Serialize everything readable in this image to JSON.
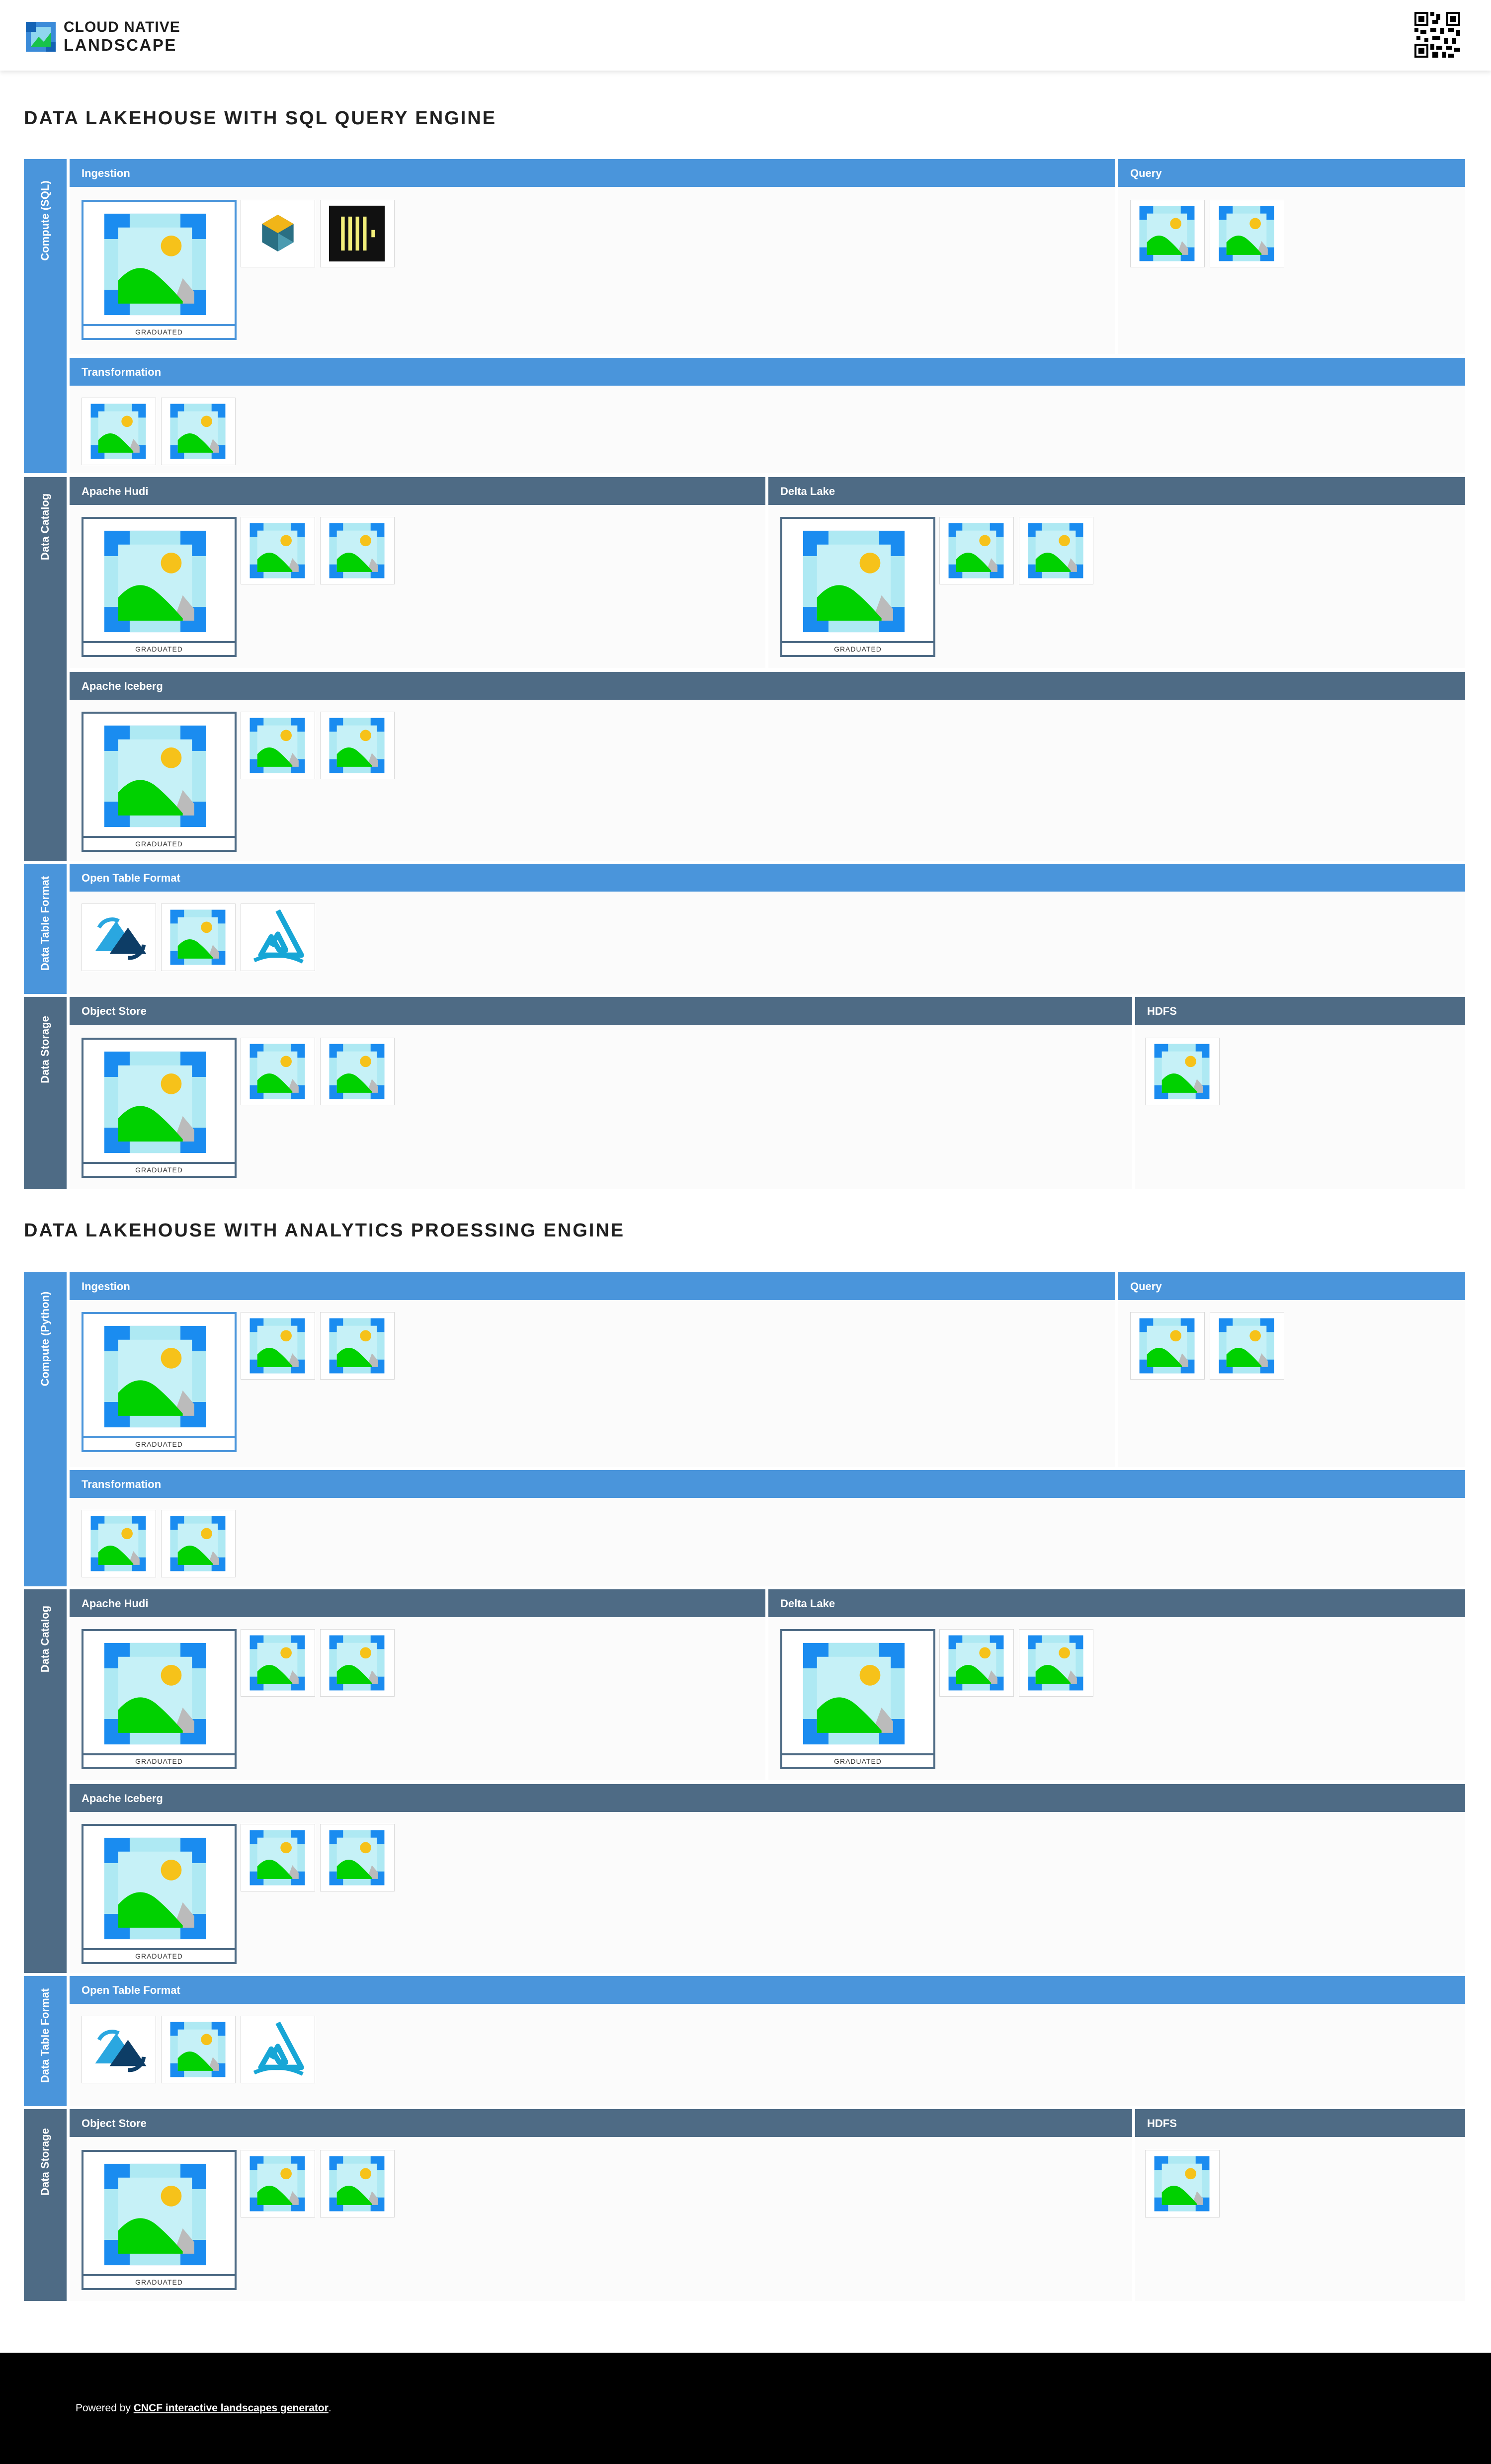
{
  "header": {
    "logo_line1": "CLOUD NATIVE",
    "logo_line2": "LANDSCAPE"
  },
  "sections": [
    {
      "title": "DATA LAKEHOUSE WITH SQL QUERY ENGINE",
      "categories": [
        "Compute (SQL)",
        "Data Catalog",
        "Data Table Format",
        "Data Storage"
      ],
      "subcategories": [
        "Ingestion",
        "Query",
        "Transformation",
        "Apache Hudi",
        "Delta Lake",
        "Apache Iceberg",
        "Open Table Format",
        "Object Store",
        "HDFS"
      ]
    },
    {
      "title": "DATA LAKEHOUSE WITH ANALYTICS PROESSING ENGINE",
      "categories": [
        "Compute (Python)",
        "Data Catalog",
        "Data Table Format",
        "Data Storage"
      ],
      "subcategories": [
        "Ingestion",
        "Query",
        "Transformation",
        "Apache Hudi",
        "Delta Lake",
        "Apache Iceberg",
        "Open Table Format",
        "Object Store",
        "HDFS"
      ]
    }
  ],
  "badge": "GRADUATED",
  "footer": {
    "prefix": "Powered by ",
    "link": "CNCF interactive landscapes generator",
    "suffix": "."
  },
  "colors": {
    "compute_blue": "#4a95db",
    "slate": "#4e6b85",
    "placeholder_blue": "#1a8cf0",
    "placeholder_light": "#aee9f3",
    "placeholder_green": "#00d100",
    "placeholder_sun": "#f6c21a"
  }
}
